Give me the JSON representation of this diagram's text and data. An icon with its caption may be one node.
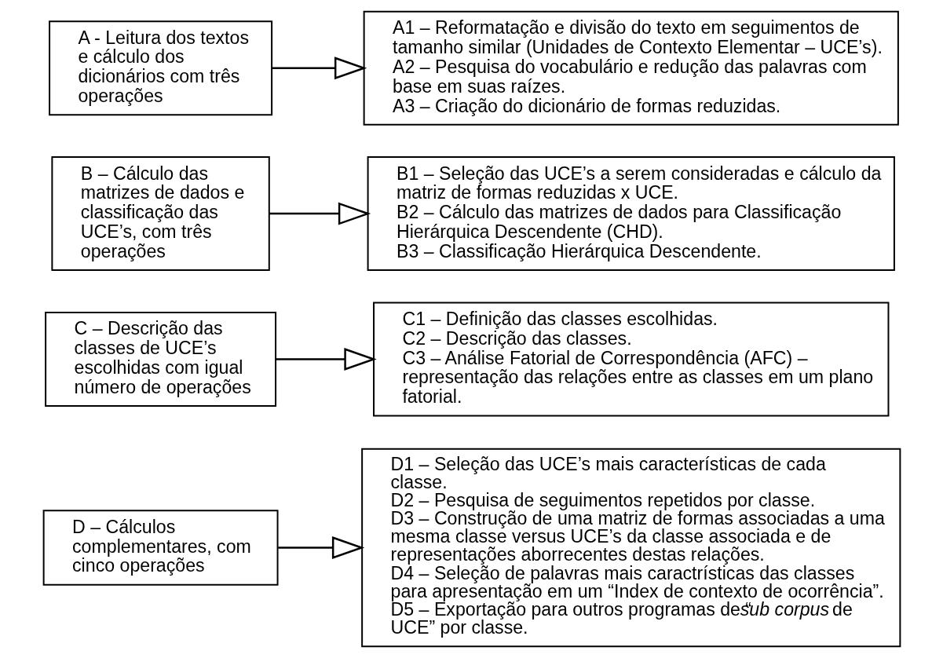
{
  "diagram": {
    "nodes": [
      {
        "text": [
          "A - Leitura dos textos e cálculo dos dicionários com três operações"
        ]
      },
      {
        "text": [
          "A1 – Reformatação e divisão do texto em seguimentos de tamanho similar (Unidades de Contexto Elementar – UCE’s).",
          "A2 – Pesquisa do vocabulário e redução das palavras com base em suas raízes.",
          "A3 – Criação do dicionário de formas reduzidas."
        ]
      },
      {
        "text": [
          "B – Cálculo das matrizes de dados e classificação das UCE’s, com três operações"
        ]
      },
      {
        "text": [
          "B1 – Seleção das UCE’s a serem consideradas e cálculo da matriz de formas reduzidas x UCE.",
          "B2 – Cálculo das matrizes de dados para Classificação Hierárquica Descendente (CHD).",
          "B3 – Classificação Hierárquica Descendente."
        ]
      },
      {
        "text": [
          "C – Descrição das classes de UCE’s escolhidas com igual número de operações"
        ]
      },
      {
        "text": [
          "C1 – Definição das classes escolhidas.",
          "C2 – Descrição das classes.",
          "C3 – Análise Fatorial de Correspondência (AFC) – representação das relações entre as classes em um plano fatorial."
        ]
      },
      {
        "text": [
          "D – Cálculos complementares, com cinco operações"
        ]
      },
      {
        "text": [
          "D1 – Seleção das UCE’s mais características de cada classe.",
          "D2 – Pesquisa de seguimentos repetidos por classe.",
          "D3 – Construção de uma matriz de formas associadas a uma mesma classe versus UCE’s da classe associada e de representações aborrecentes destas relações.",
          "D4 – Seleção de palavras mais caractrísticas das classes para apresentação em um “Index de contexto de ocorrência”.",
          "D5 – Exportação para outros programas de “*sub corpus* de UCE” por classe."
        ]
      }
    ],
    "edges": [
      {
        "from": 0,
        "to": 1,
        "arrow": "to"
      },
      {
        "from": 2,
        "to": 3,
        "arrow": "to"
      },
      {
        "from": 4,
        "to": 5,
        "arrow": "to"
      },
      {
        "from": 6,
        "to": 7,
        "arrow": "to"
      }
    ]
  }
}
